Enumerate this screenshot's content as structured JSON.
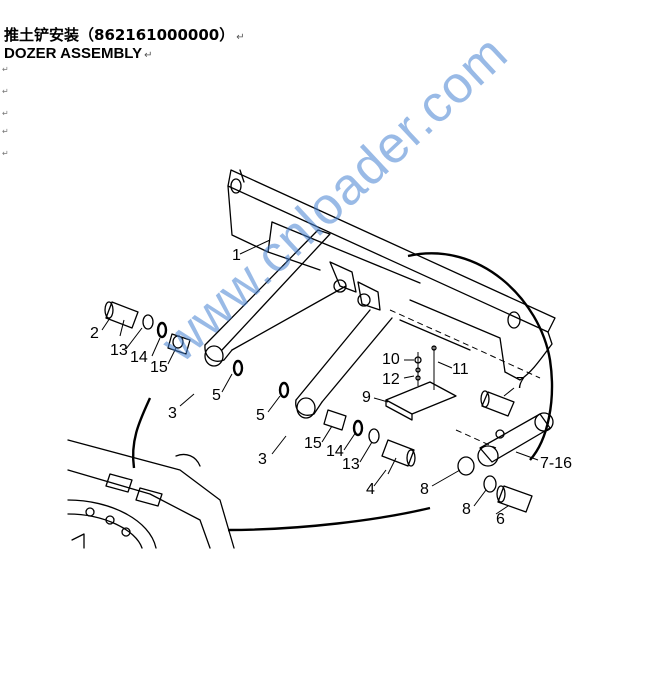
{
  "document": {
    "title_cn": "推土铲安装（862161000000）",
    "title_en": "DOZER ASSEMBLY",
    "paragraph_mark": "↵",
    "empty_paragraph_mark": "↵"
  },
  "watermark": "www.cnloader.com",
  "diagram": {
    "callouts": [
      "1",
      "2",
      "3",
      "3",
      "4",
      "5",
      "5",
      "6",
      "7",
      "7-16",
      "8",
      "8",
      "9",
      "10",
      "11",
      "12",
      "13",
      "13",
      "14",
      "14",
      "15",
      "15"
    ]
  }
}
